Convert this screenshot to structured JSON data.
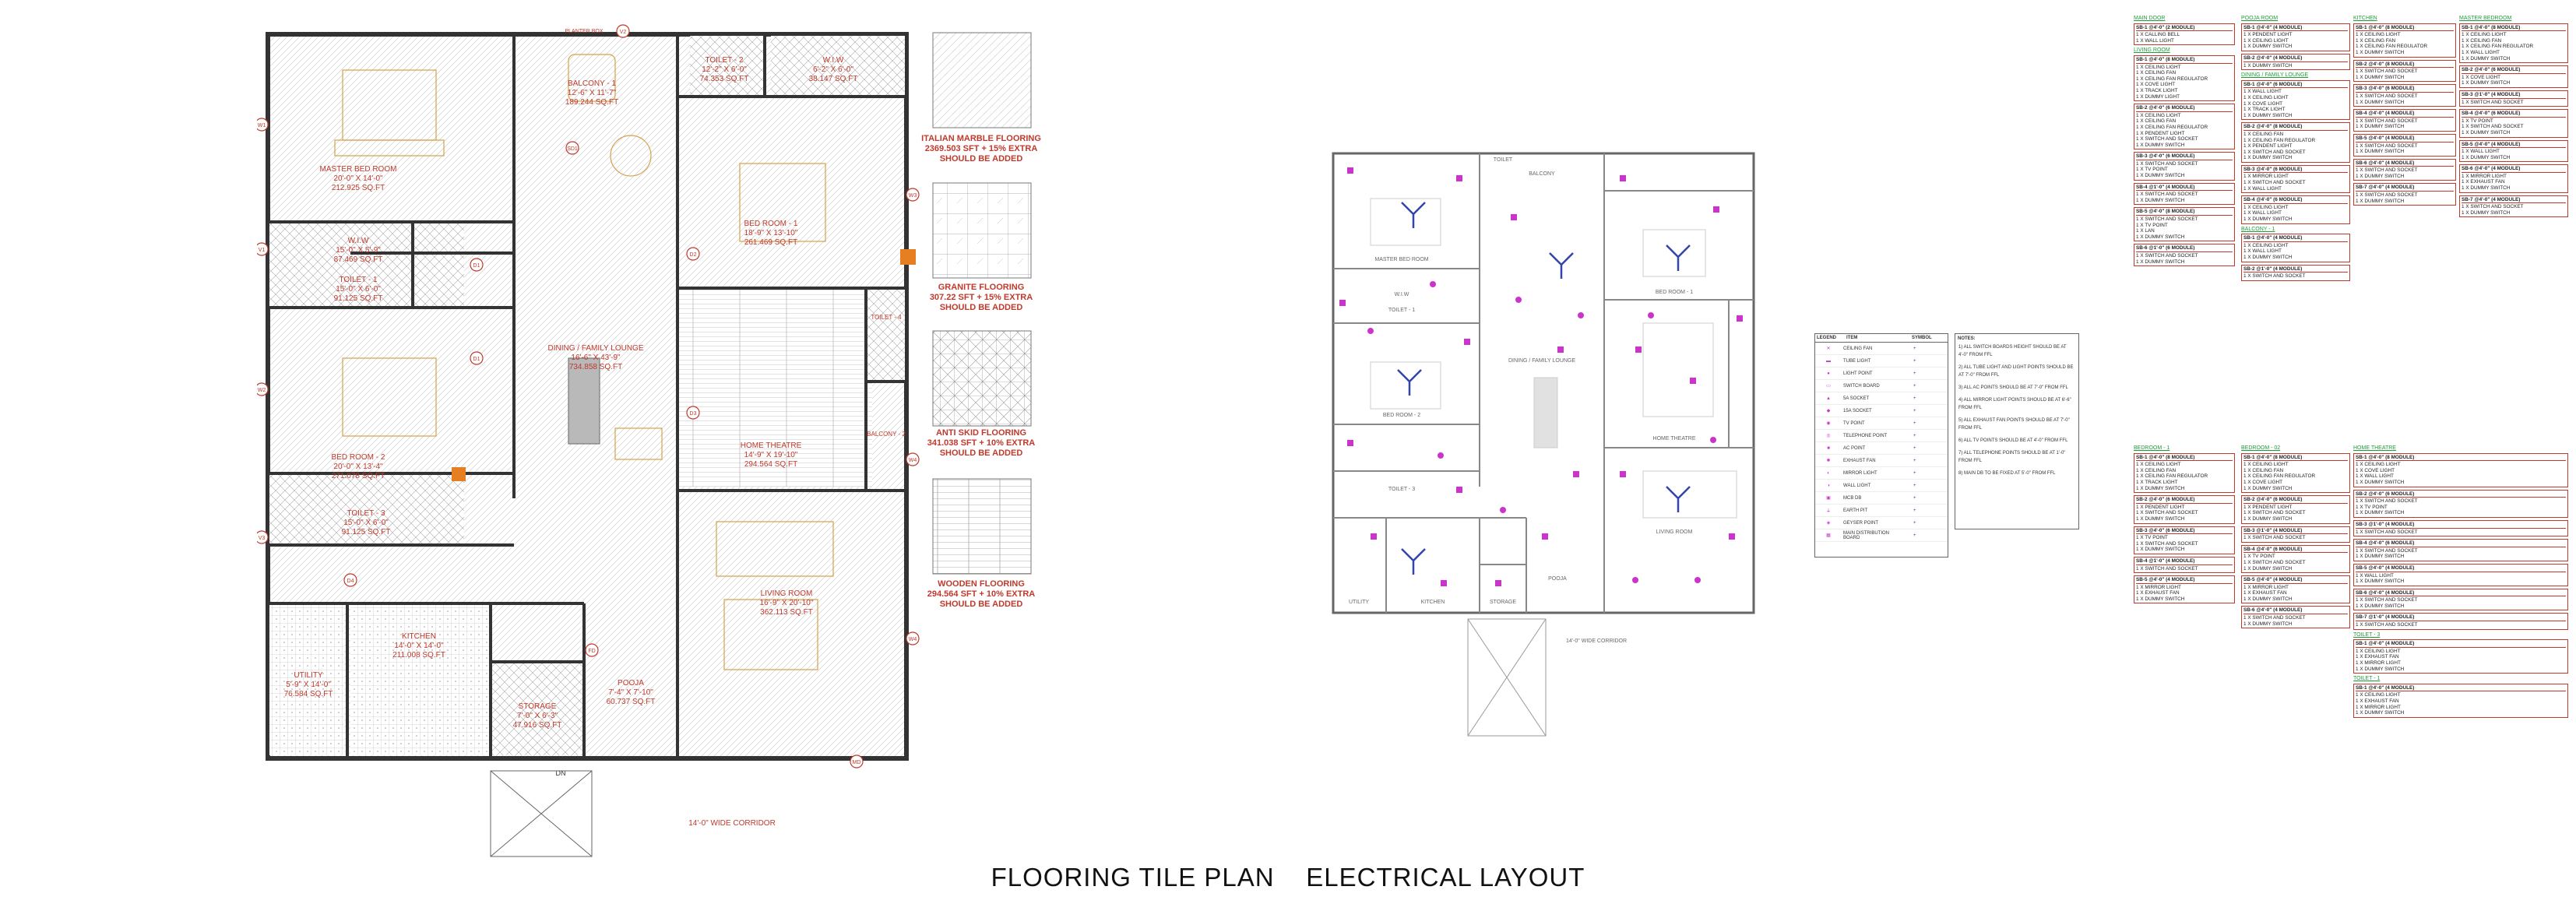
{
  "sheet_title": "FLOORING TILE PLAN    ELECTRICAL LAYOUT",
  "flooring_plan": {
    "top_label": "PLANTER BOX",
    "bottom_label": "14'-0\" WIDE CORRIDOR",
    "dn_label": "DN",
    "rooms": [
      {
        "name": "MASTER BED ROOM",
        "dims": "20'-0\" X 14'-0\"",
        "area": "212.925 SQ.FT"
      },
      {
        "name": "BALCONY - 1",
        "dims": "12'-6\" X 11'-7\"",
        "area": "189.244 SQ.FT"
      },
      {
        "name": "TOILET - 2",
        "dims": "12'-2\" X 6'-0\"",
        "area": "74.353 SQ.FT"
      },
      {
        "name": "W.I.W",
        "dims": "6'-2\" X 6'-0\"",
        "area": "38.147 SQ.FT"
      },
      {
        "name": "W.I.W",
        "dims": "15'-0\" X 5'-9\"",
        "area": "87.469 SQ.FT"
      },
      {
        "name": "TOILET - 1",
        "dims": "15'-0\" X 6'-0\"",
        "area": "91.125 SQ.FT"
      },
      {
        "name": "BED ROOM - 1",
        "dims": "18'-9\" X 13'-10\"",
        "area": "261.469 SQ.FT"
      },
      {
        "name": "DINING / FAMILY LOUNGE",
        "dims": "16'-6\" X 43'-9\"",
        "area": "734.858 SQ.FT"
      },
      {
        "name": "BED ROOM - 2",
        "dims": "20'-0\" X 13'-4\"",
        "area": "271.078 SQ.FT"
      },
      {
        "name": "HOME THEATRE",
        "dims": "14'-9\" X 19'-10\"",
        "area": "294.564 SQ.FT"
      },
      {
        "name": "TOILET - 3",
        "dims": "15'-0\" X 6'-0\"",
        "area": "91.125 SQ.FT"
      },
      {
        "name": "LIVING ROOM",
        "dims": "16'-9\" X 20'-10\"",
        "area": "362.113 SQ.FT"
      },
      {
        "name": "UTILITY",
        "dims": "5'-9\" X 14'-0\"",
        "area": "76.584 SQ.FT"
      },
      {
        "name": "KITCHEN",
        "dims": "14'-0\" X 14'-0\"",
        "area": "211.008 SQ.FT"
      },
      {
        "name": "STORAGE",
        "dims": "7'-0\" X 6'-3\"",
        "area": "47.916 SQ.FT"
      },
      {
        "name": "POOJA",
        "dims": "7'-4\" X 7'-10\"",
        "area": "60.737 SQ.FT"
      },
      {
        "name": "TOILET - 4",
        "dims": "",
        "area": ""
      },
      {
        "name": "BALCONY - 2",
        "dims": "",
        "area": ""
      }
    ],
    "markers": [
      "V1",
      "V2",
      "V3",
      "W1",
      "W2",
      "W3",
      "W4",
      "D1",
      "D2",
      "D3",
      "D4",
      "SD1",
      "FD",
      "MD",
      "WC",
      "WC"
    ]
  },
  "flooring_legend": [
    {
      "name": "ITALIAN MARBLE FLOORING",
      "line2": "2369.503 SFT + 15% EXTRA",
      "line3": "SHOULD BE ADDED",
      "pattern": "marble"
    },
    {
      "name": "GRANITE FLOORING",
      "line2": "307.22 SFT + 15% EXTRA",
      "line3": "SHOULD BE ADDED",
      "pattern": "granite"
    },
    {
      "name": "ANTI SKID FLOORING",
      "line2": "341.038 SFT + 10% EXTRA",
      "line3": "SHOULD BE ADDED",
      "pattern": "antiskid"
    },
    {
      "name": "WOODEN FLOORING",
      "line2": "294.564 SFT + 10% EXTRA",
      "line3": "SHOULD BE ADDED",
      "pattern": "wooden"
    }
  ],
  "electrical_layout": {
    "room_labels": [
      "BALCONY",
      "TOILET",
      "W.I.W",
      "MASTER BED ROOM",
      "BED ROOM - 1",
      "DINING / FAMILY LOUNGE",
      "BED ROOM - 2",
      "HOME THEATRE",
      "LIVING ROOM",
      "KITCHEN",
      "UTILITY",
      "STORAGE",
      "POOJA",
      "TOILET - 3",
      "TOILET - 1"
    ],
    "corridor_label": "14'-0\" WIDE CORRIDOR"
  },
  "electrical_legend": {
    "headers": [
      "LEGEND",
      "ITEM",
      "SYMBOL"
    ],
    "items": [
      "CEILING FAN",
      "TUBE LIGHT",
      "LIGHT POINT",
      "SWITCH BOARD",
      "5A SOCKET",
      "15A SOCKET",
      "TV POINT",
      "TELEPHONE POINT",
      "AC POINT",
      "EXHAUST FAN",
      "MIRROR LIGHT",
      "WALL LIGHT",
      "MCB DB",
      "EARTH PIT",
      "GEYSER POINT",
      "MAIN DISTRIBUTION BOARD"
    ]
  },
  "notes": {
    "title": "NOTES:",
    "items": [
      "1) ALL SWITCH BOARDS HEIGHT SHOULD BE AT 4'-0\" FROM FFL",
      "2) ALL TUBE LIGHT AND LIGHT POINTS SHOULD BE AT 7'-0\" FROM FFL",
      "3) ALL AC POINTS SHOULD BE AT 7'-0\" FROM FFL",
      "4) ALL MIRROR LIGHT POINTS SHOULD BE AT 6'-6\" FROM FFL",
      "5) ALL EXHAUST FAN POINTS SHOULD BE AT 7'-0\" FROM FFL",
      "6) ALL TV POINTS SHOULD BE AT 4'-0\" FROM FFL",
      "7) ALL TELEPHONE POINTS SHOULD BE AT 1'-0\" FROM FFL",
      "8) MAIN DB TO BE FIXED AT 5'-0\" FROM FFL"
    ]
  },
  "schedules": [
    {
      "header": "MAIN DOOR",
      "boards": [
        {
          "title": "SB-1 @4'-0\" (2 MODULE)",
          "lines": [
            "1 X CALLING BELL",
            "1 X WALL LIGHT"
          ]
        }
      ]
    },
    {
      "header": "LIVING ROOM",
      "boards": [
        {
          "title": "SB-1 @4'-0\" (8 MODULE)",
          "lines": [
            "1 X CEILING LIGHT",
            "1 X CEILING FAN",
            "1 X CEILING FAN REGULATOR",
            "1 X COVE LIGHT",
            "1 X TRACK LIGHT",
            "1 X DUMMY LIGHT"
          ]
        },
        {
          "title": "SB-2 @4'-0\" (6 MODULE)",
          "lines": [
            "1 X CEILING LIGHT",
            "1 X CEILING FAN",
            "1 X CEILING FAN REGULATOR",
            "1 X PENDENT LIGHT",
            "1 X SWITCH AND SOCKET",
            "1 X DUMMY SWITCH"
          ]
        },
        {
          "title": "SB-3 @4'-0\" (6 MODULE)",
          "lines": [
            "1 X SWITCH AND SOCKET",
            "1 X TV POINT",
            "1 X DUMMY SWITCH"
          ]
        },
        {
          "title": "SB-4 @1'-0\" (4 MODULE)",
          "lines": [
            "1 X SWITCH AND SOCKET",
            "1 X DUMMY SWITCH"
          ]
        },
        {
          "title": "SB-5 @4'-0\" (8 MODULE)",
          "lines": [
            "1 X SWITCH AND SOCKET",
            "1 X TV POINT",
            "1 X LAN",
            "1 X DUMMY SWITCH"
          ]
        },
        {
          "title": "SB-6 @1'-0\" (6 MODULE)",
          "lines": [
            "1 X SWITCH AND SOCKET",
            "1 X DUMMY SWITCH"
          ]
        }
      ]
    },
    {
      "header": "POOJA ROOM",
      "boards": [
        {
          "title": "SB-1 @4'-0\" (4 MODULE)",
          "lines": [
            "1 X PENDENT LIGHT",
            "1 X CEILING LIGHT",
            "1 X DUMMY SWITCH"
          ]
        },
        {
          "title": "SB-2 @4'-0\" (4 MODULE)",
          "lines": [
            "1 X DUMMY SWITCH"
          ]
        }
      ]
    },
    {
      "header": "DINING / FAMILY LOUNGE",
      "boards": [
        {
          "title": "SB-1 @4'-0\" (6 MODULE)",
          "lines": [
            "1 X WALL LIGHT",
            "1 X CEILING LIGHT",
            "1 X COVE LIGHT",
            "1 X TRACK LIGHT",
            "1 X DUMMY SWITCH"
          ]
        },
        {
          "title": "SB-2 @4'-0\" (8 MODULE)",
          "lines": [
            "1 X CEILING FAN",
            "1 X CEILING FAN REGULATOR",
            "1 X PENDENT LIGHT",
            "1 X SWITCH AND SOCKET",
            "1 X DUMMY SWITCH"
          ]
        },
        {
          "title": "SB-3 @4'-0\" (6 MODULE)",
          "lines": [
            "1 X MIRROR LIGHT",
            "1 X SWITCH AND SOCKET",
            "1 X WALL LIGHT"
          ]
        },
        {
          "title": "SB-4 @4'-0\" (6 MODULE)",
          "lines": [
            "1 X CEILING LIGHT",
            "1 X WALL LIGHT",
            "1 X DUMMY SWITCH"
          ]
        }
      ]
    },
    {
      "header": "BALCONY - 1",
      "boards": [
        {
          "title": "SB-1 @4'-0\" (4 MODULE)",
          "lines": [
            "1 X CEILING LIGHT",
            "1 X WALL LIGHT",
            "1 X DUMMY SWITCH"
          ]
        },
        {
          "title": "SB-2 @1'-0\" (4 MODULE)",
          "lines": [
            "1 X SWITCH AND SOCKET"
          ]
        }
      ]
    },
    {
      "header": "KITCHEN",
      "boards": [
        {
          "title": "SB-1 @4'-0\" (8 MODULE)",
          "lines": [
            "1 X CEILING LIGHT",
            "1 X CEILING FAN",
            "1 X CEILING FAN REGULATOR",
            "1 X DUMMY SWITCH"
          ]
        },
        {
          "title": "SB-2 @4'-0\" (8 MODULE)",
          "lines": [
            "1 X SWITCH AND SOCKET",
            "1 X DUMMY SWITCH"
          ]
        },
        {
          "title": "SB-3 @4'-0\" (6 MODULE)",
          "lines": [
            "1 X SWITCH AND SOCKET",
            "1 X DUMMY SWITCH"
          ]
        },
        {
          "title": "SB-4 @4'-0\" (4 MODULE)",
          "lines": [
            "1 X SWITCH AND SOCKET",
            "1 X DUMMY SWITCH"
          ]
        },
        {
          "title": "SB-5 @4'-0\" (4 MODULE)",
          "lines": [
            "1 X SWITCH AND SOCKET",
            "1 X DUMMY SWITCH"
          ]
        },
        {
          "title": "SB-6 @4'-0\" (4 MODULE)",
          "lines": [
            "1 X SWITCH AND SOCKET",
            "1 X DUMMY SWITCH"
          ]
        },
        {
          "title": "SB-7 @4'-0\" (4 MODULE)",
          "lines": [
            "1 X SWITCH AND SOCKET",
            "1 X DUMMY SWITCH"
          ]
        }
      ]
    },
    {
      "header": "MASTER BEDROOM",
      "boards": [
        {
          "title": "SB-1 @4'-0\" (8 MODULE)",
          "lines": [
            "1 X CEILING LIGHT",
            "1 X CEILING FAN",
            "1 X CEILING FAN REGULATOR",
            "1 X WALL LIGHT",
            "1 X DUMMY SWITCH"
          ]
        },
        {
          "title": "SB-2 @4'-0\" (6 MODULE)",
          "lines": [
            "1 X COVE LIGHT",
            "1 X DUMMY SWITCH"
          ]
        },
        {
          "title": "SB-3 @1'-0\" (4 MODULE)",
          "lines": [
            "1 X SWITCH AND SOCKET"
          ]
        },
        {
          "title": "SB-4 @4'-0\" (6 MODULE)",
          "lines": [
            "1 X TV POINT",
            "1 X SWITCH AND SOCKET",
            "1 X DUMMY SWITCH"
          ]
        },
        {
          "title": "SB-5 @4'-0\" (4 MODULE)",
          "lines": [
            "1 X WALL LIGHT",
            "1 X DUMMY SWITCH"
          ]
        },
        {
          "title": "SB-6 @4'-0\" (4 MODULE)",
          "lines": [
            "1 X MIRROR LIGHT",
            "1 X EXHAUST FAN",
            "1 X DUMMY SWITCH"
          ]
        },
        {
          "title": "SB-7 @4'-0\" (4 MODULE)",
          "lines": [
            "1 X SWITCH AND SOCKET",
            "1 X DUMMY SWITCH"
          ]
        }
      ]
    },
    {
      "header": "BEDROOM - 1",
      "boards": [
        {
          "title": "SB-1 @4'-0\" (8 MODULE)",
          "lines": [
            "1 X CEILING LIGHT",
            "1 X CEILING FAN",
            "1 X CEILING FAN REGULATOR",
            "1 X TRACK LIGHT",
            "1 X DUMMY SWITCH"
          ]
        },
        {
          "title": "SB-2 @4'-0\" (6 MODULE)",
          "lines": [
            "1 X PENDENT LIGHT",
            "1 X SWITCH AND SOCKET",
            "1 X DUMMY SWITCH"
          ]
        },
        {
          "title": "SB-3 @4'-0\" (6 MODULE)",
          "lines": [
            "1 X TV POINT",
            "1 X SWITCH AND SOCKET",
            "1 X DUMMY SWITCH"
          ]
        },
        {
          "title": "SB-4 @1'-0\" (4 MODULE)",
          "lines": [
            "1 X SWITCH AND SOCKET"
          ]
        },
        {
          "title": "SB-5 @4'-0\" (4 MODULE)",
          "lines": [
            "1 X MIRROR LIGHT",
            "1 X EXHAUST FAN",
            "1 X DUMMY SWITCH"
          ]
        }
      ]
    },
    {
      "header": "BEDROOM - 02",
      "boards": [
        {
          "title": "SB-1 @4'-0\" (8 MODULE)",
          "lines": [
            "1 X CEILING LIGHT",
            "1 X CEILING FAN",
            "1 X CEILING FAN REGULATOR",
            "1 X COVE LIGHT",
            "1 X DUMMY SWITCH"
          ]
        },
        {
          "title": "SB-2 @4'-0\" (6 MODULE)",
          "lines": [
            "1 X PENDENT LIGHT",
            "1 X SWITCH AND SOCKET",
            "1 X DUMMY SWITCH"
          ]
        },
        {
          "title": "SB-3 @1'-0\" (4 MODULE)",
          "lines": [
            "1 X SWITCH AND SOCKET"
          ]
        },
        {
          "title": "SB-4 @4'-0\" (6 MODULE)",
          "lines": [
            "1 X TV POINT",
            "1 X SWITCH AND SOCKET",
            "1 X DUMMY SWITCH"
          ]
        },
        {
          "title": "SB-5 @4'-0\" (4 MODULE)",
          "lines": [
            "1 X MIRROR LIGHT",
            "1 X EXHAUST FAN",
            "1 X DUMMY SWITCH"
          ]
        },
        {
          "title": "SB-6 @4'-0\" (4 MODULE)",
          "lines": [
            "1 X SWITCH AND SOCKET",
            "1 X DUMMY SWITCH"
          ]
        }
      ]
    },
    {
      "header": "HOME THEATRE",
      "boards": [
        {
          "title": "SB-1 @4'-0\" (8 MODULE)",
          "lines": [
            "1 X CEILING LIGHT",
            "1 X COVE LIGHT",
            "1 X WALL LIGHT",
            "1 X DUMMY SWITCH"
          ]
        },
        {
          "title": "SB-2 @4'-0\" (6 MODULE)",
          "lines": [
            "1 X SWITCH AND SOCKET",
            "1 X TV POINT",
            "1 X DUMMY SWITCH"
          ]
        },
        {
          "title": "SB-3 @1'-0\" (4 MODULE)",
          "lines": [
            "1 X SWITCH AND SOCKET"
          ]
        },
        {
          "title": "SB-4 @4'-0\" (6 MODULE)",
          "lines": [
            "1 X SWITCH AND SOCKET",
            "1 X DUMMY SWITCH"
          ]
        },
        {
          "title": "SB-5 @4'-0\" (4 MODULE)",
          "lines": [
            "1 X WALL LIGHT",
            "1 X DUMMY SWITCH"
          ]
        },
        {
          "title": "SB-6 @4'-0\" (4 MODULE)",
          "lines": [
            "1 X SWITCH AND SOCKET",
            "1 X DUMMY SWITCH"
          ]
        },
        {
          "title": "SB-7 @1'-0\" (4 MODULE)",
          "lines": [
            "1 X SWITCH AND SOCKET"
          ]
        }
      ]
    },
    {
      "header": "TOILET - 3",
      "boards": [
        {
          "title": "SB-1 @4'-0\" (4 MODULE)",
          "lines": [
            "1 X CEILING LIGHT",
            "1 X EXHAUST FAN",
            "1 X MIRROR LIGHT",
            "1 X DUMMY SWITCH"
          ]
        }
      ]
    },
    {
      "header": "TOILET - 1",
      "boards": [
        {
          "title": "SB-1 @4'-0\" (4 MODULE)",
          "lines": [
            "1 X CEILING LIGHT",
            "1 X EXHAUST FAN",
            "1 X MIRROR LIGHT",
            "1 X DUMMY SWITCH"
          ]
        }
      ]
    }
  ],
  "colors": {
    "room_text": "#c0392b",
    "wall": "#333333",
    "grid": "#bbbbbb",
    "fixture": "#cc33cc",
    "schedule_header": "#1e9e3a",
    "fan": "#3344aa"
  }
}
